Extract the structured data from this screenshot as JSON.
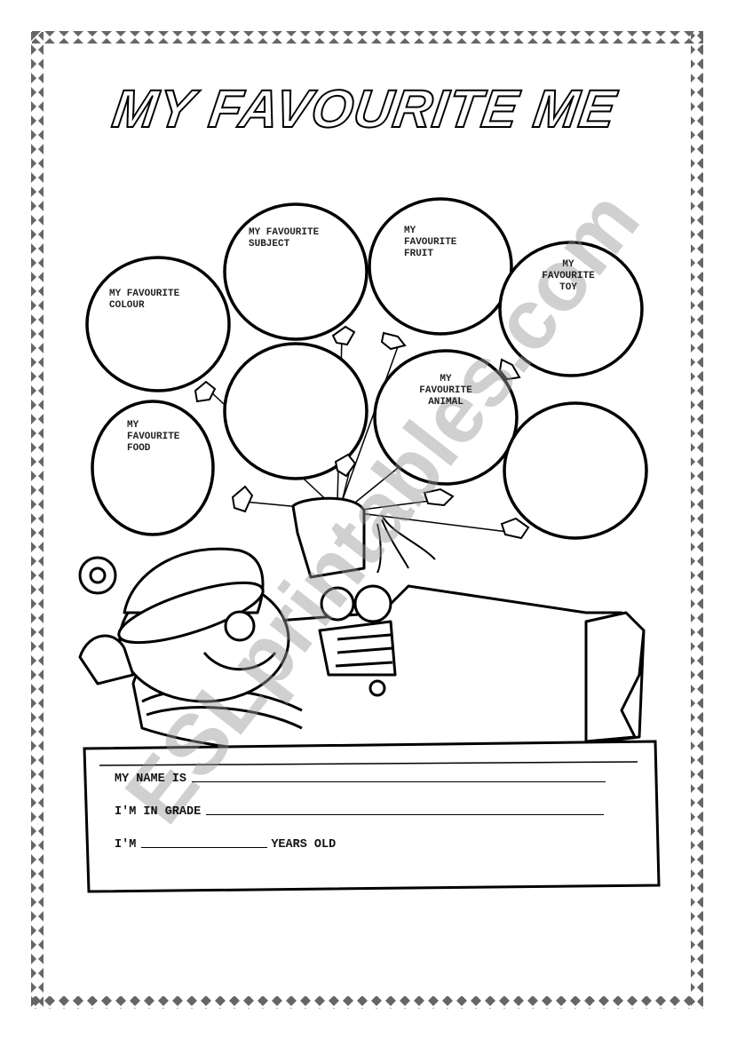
{
  "title": "MY FAVOURITE ME",
  "balloons": [
    {
      "label": "MY FAVOURITE\nCOLOUR"
    },
    {
      "label": "MY FAVOURITE\nSUBJECT"
    },
    {
      "label": "MY\nFAVOURITE\nFRUIT"
    },
    {
      "label": "MY\nFAVOURITE\nTOY"
    },
    {
      "label": "MY\nFAVOURITE\nANIMAL"
    },
    {
      "label": "MY\nFAVOURITE\nFOOD"
    }
  ],
  "form": {
    "name_label": "MY NAME IS",
    "grade_label": "I'M IN GRADE",
    "age_prefix": "I'M",
    "age_suffix": "YEARS OLD"
  },
  "watermark": "ESLprintables.com"
}
